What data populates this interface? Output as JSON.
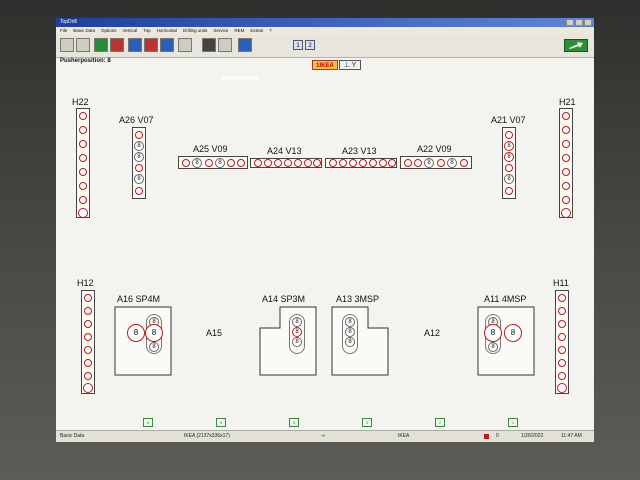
{
  "window": {
    "title": "TopDrill"
  },
  "menu": [
    "File",
    "Basic Data",
    "Options",
    "Vertical",
    "Top",
    "Horizontal",
    "Drilling units",
    "Service",
    "REM",
    "Extras",
    "?"
  ],
  "toolbar": {
    "num1": "1",
    "num2": "2"
  },
  "header": {
    "pusher_position": "Pusherposition: 8",
    "program_tag": "1IKEA",
    "mode_icons": "⊥ Y"
  },
  "units": {
    "h22": "H22",
    "h21": "H21",
    "h12": "H12",
    "h11": "H11",
    "a26": "A26 V07",
    "a25": "A25 V09",
    "a24": "A24 V13",
    "a23": "A23 V13",
    "a22": "A22 V09",
    "a21": "A21 V07",
    "a16": "A16 SP4M",
    "a15": "A15",
    "a14": "A14 SP3M",
    "a13": "A13 3MSP",
    "a12": "A12",
    "a11": "A11 4MSP"
  },
  "hole_label": "8",
  "bottom_markers": [
    "6",
    "5",
    "4",
    "3",
    "2",
    "1"
  ],
  "status": {
    "mode": "Basic Data",
    "program": "IKEA (2137x336x17)",
    "name": "IKEA",
    "value": "0",
    "date": "1/26/2022",
    "time": "11:47 AM"
  }
}
